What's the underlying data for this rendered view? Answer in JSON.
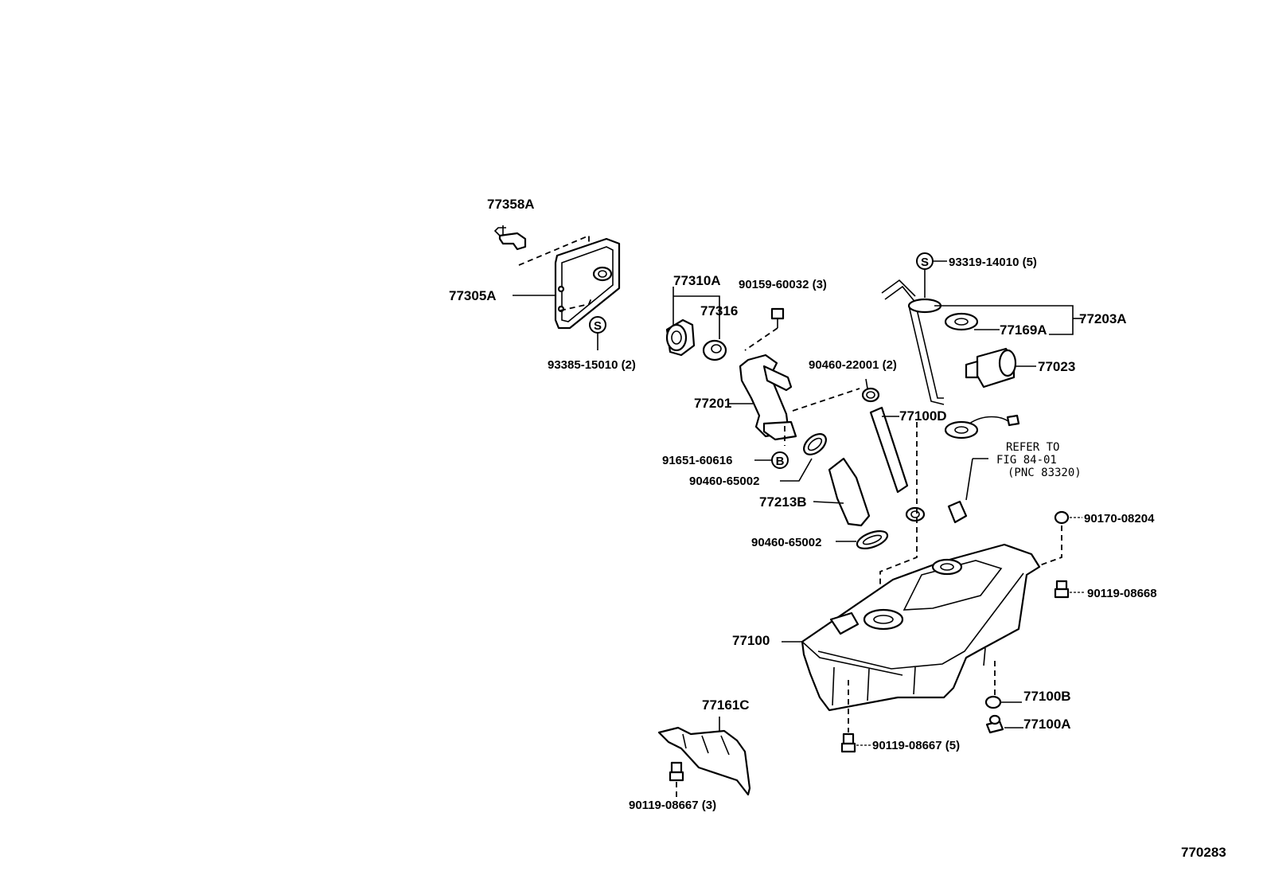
{
  "labels": {
    "p77358A": "77358A",
    "p77305A": "77305A",
    "p93385": "93385-15010 (2)",
    "p77310A": "77310A",
    "p77316": "77316",
    "p90159": "90159-60032 (3)",
    "p93319": "93319-14010 (5)",
    "p77203A": "77203A",
    "p77169A": "77169A",
    "p77023": "77023",
    "p90460_22001": "90460-22001 (2)",
    "p77201": "77201",
    "p77100D": "77100D",
    "p91651": "91651-60616",
    "p90460_65002a": "90460-65002",
    "p77213B": "77213B",
    "p90460_65002b": "90460-65002",
    "p90170": "90170-08204",
    "p90119_08668": "90119-08668",
    "p77100": "77100",
    "p77100B": "77100B",
    "p77100A": "77100A",
    "p90119_08667_5": "90119-08667 (5)",
    "p77161C": "77161C",
    "p90119_08667_3": "90119-08667 (3)",
    "fig_id": "770283"
  },
  "reference": {
    "line1": "REFER TO",
    "line2": "FIG 84-01",
    "line3": "(PNC 83320)"
  },
  "symbols": {
    "s_mark": "S",
    "b_mark": "B"
  }
}
